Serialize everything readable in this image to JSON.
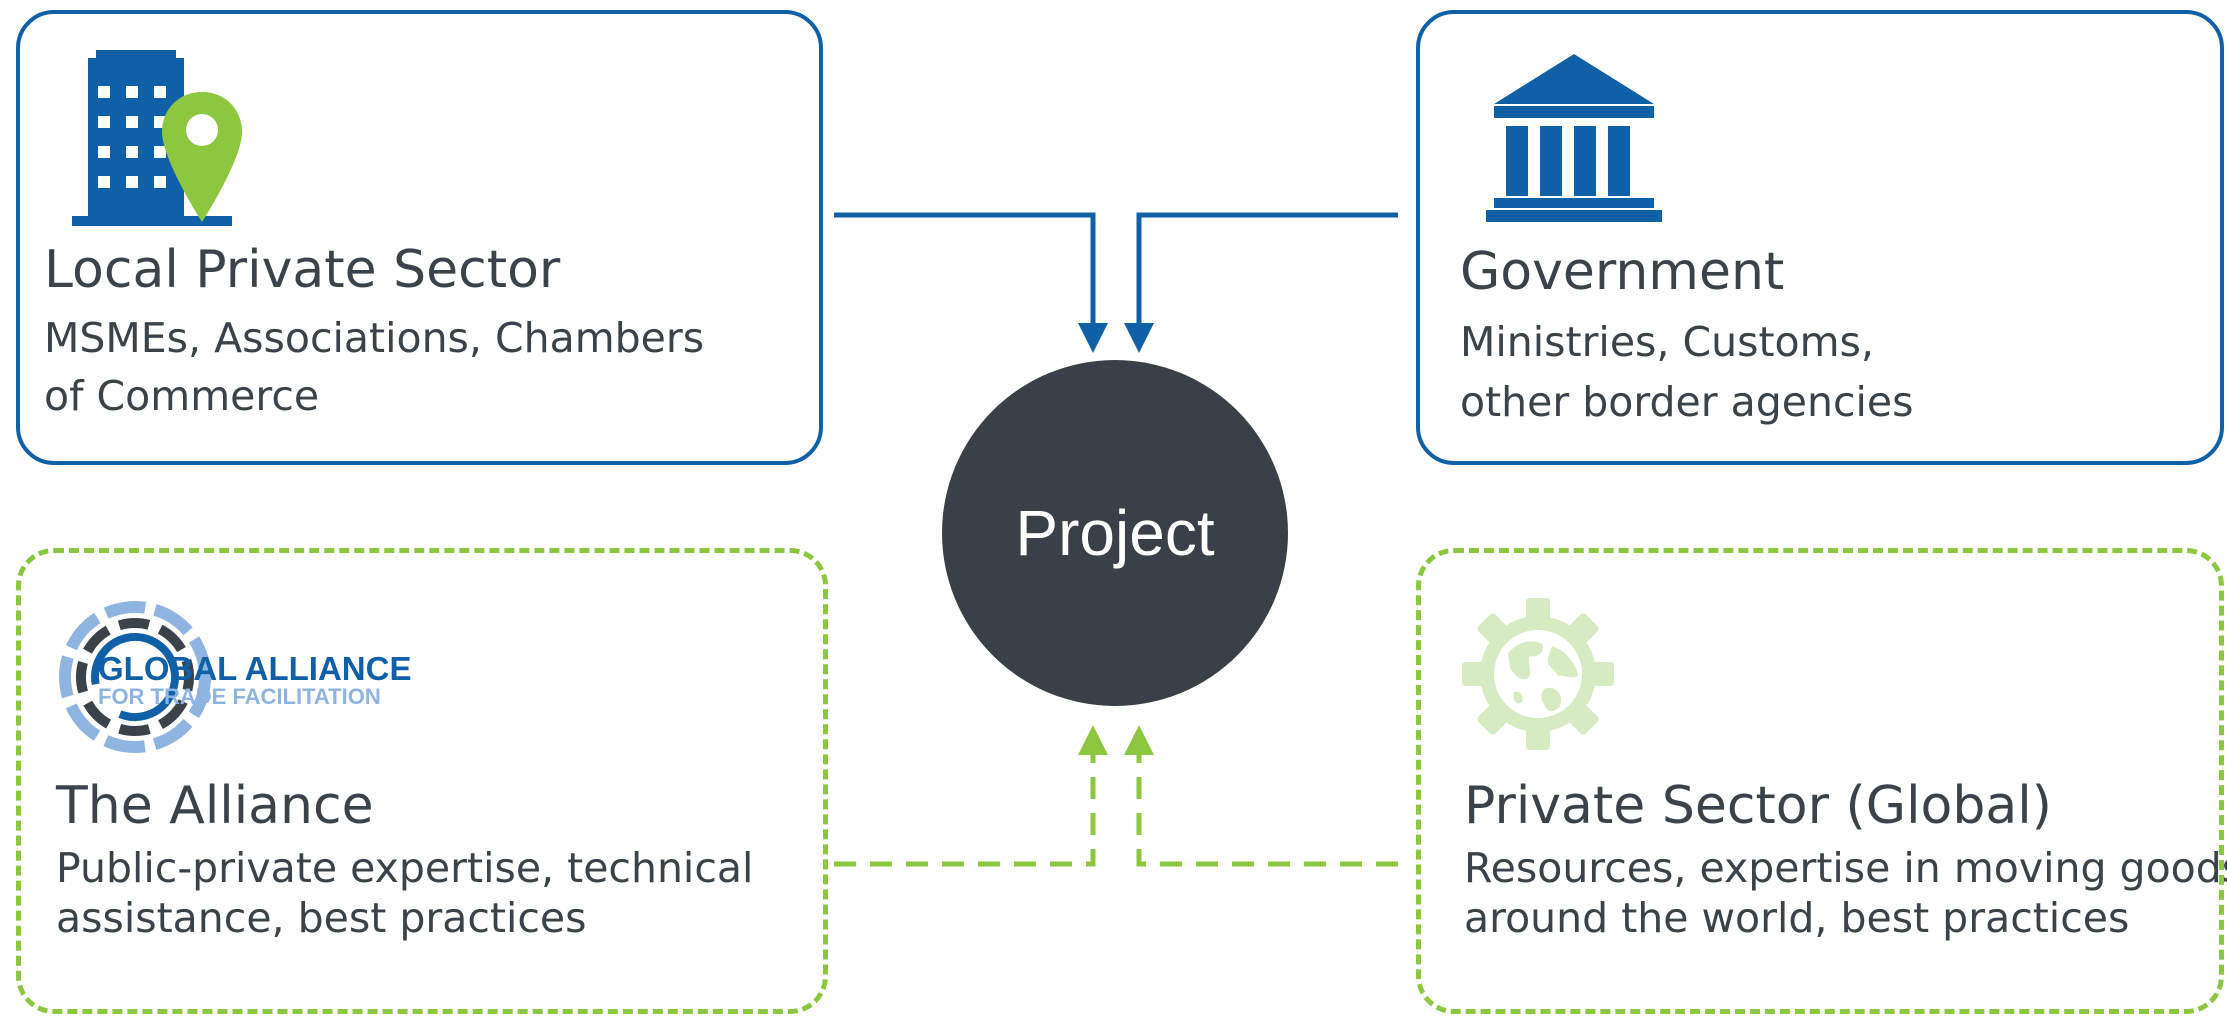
{
  "center": {
    "label": "Project"
  },
  "boxes": {
    "local_private_sector": {
      "title": "Local Private Sector",
      "desc_line1": "MSMEs, Associations, Chambers",
      "desc_line2": "of Commerce",
      "icon": "building-location-icon"
    },
    "government": {
      "title": "Government",
      "desc_line1": "Ministries, Customs,",
      "desc_line2": "other border agencies",
      "icon": "government-building-icon"
    },
    "alliance": {
      "title": "The Alliance",
      "desc_line1": "Public-private expertise, technical",
      "desc_line2": "assistance, best practices",
      "logo_line1": "GLOBAL ALLIANCE",
      "logo_line2": "FOR TRADE FACILITATION"
    },
    "private_sector_global": {
      "title": "Private Sector (Global)",
      "desc_line1": "Resources, expertise in moving goods",
      "desc_line2": "around the world, best practices",
      "icon": "globe-gear-icon"
    }
  },
  "colors": {
    "primary_blue": "#1060a8",
    "accent_green": "#8dc63f",
    "light_green": "#d6ebc1",
    "circle_dark": "#394047",
    "text_dark": "#3b434a",
    "logo_light_blue": "#8fb4e0"
  }
}
